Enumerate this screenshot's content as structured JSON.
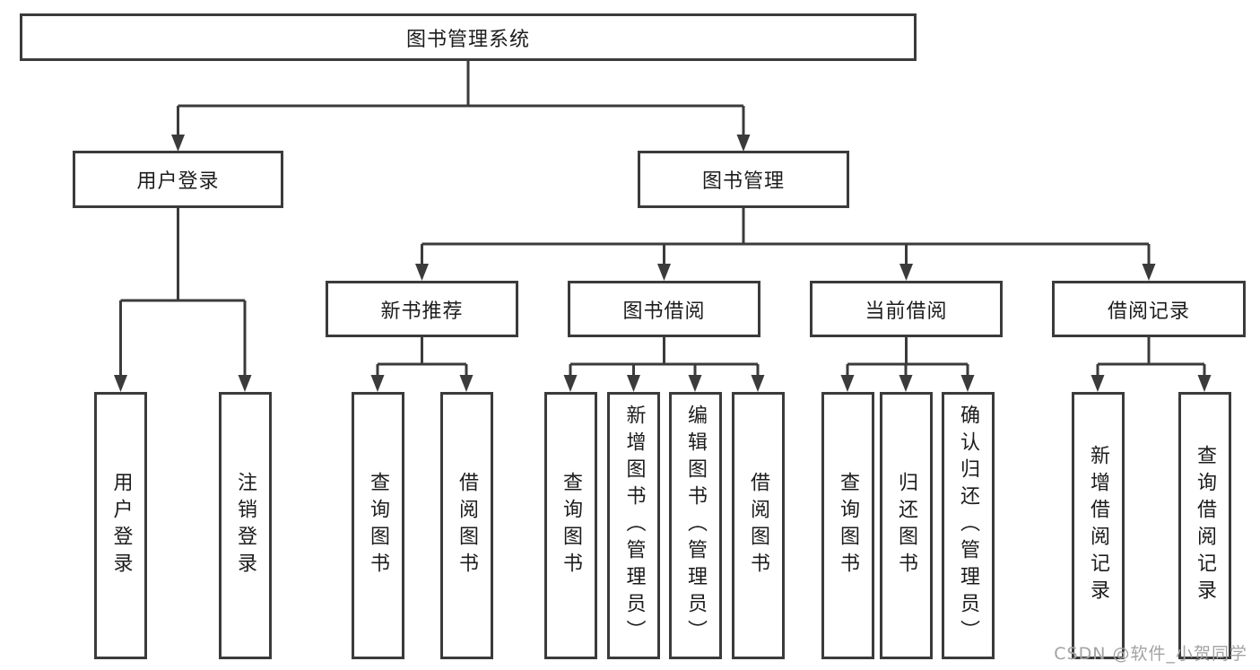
{
  "diagram": {
    "title_hint": "library-management-system function structure diagram",
    "colors": {
      "line": "#3b3b3b",
      "box_border": "#3b3b3b",
      "box_fill": "#ffffff",
      "text": "#1c1c1c",
      "watermark": "#a3a3a3",
      "background": "#ffffff"
    },
    "root": {
      "label": "图书管理系统"
    },
    "branches": [
      {
        "label": "用户登录",
        "children": [
          {
            "label": "用户登录"
          },
          {
            "label": "注销登录"
          }
        ]
      },
      {
        "label": "图书管理",
        "children": [
          {
            "label": "新书推荐",
            "children": [
              {
                "label": "查询图书"
              },
              {
                "label": "借阅图书"
              }
            ]
          },
          {
            "label": "图书借阅",
            "children": [
              {
                "label": "查询图书"
              },
              {
                "label": "新增图书（管理员）"
              },
              {
                "label": "编辑图书（管理员）"
              },
              {
                "label": "借阅图书"
              }
            ]
          },
          {
            "label": "当前借阅",
            "children": [
              {
                "label": "查询图书"
              },
              {
                "label": "归还图书"
              },
              {
                "label": "确认归还（管理员）"
              }
            ]
          },
          {
            "label": "借阅记录",
            "children": [
              {
                "label": "新增借阅记录"
              },
              {
                "label": "查询借阅记录"
              }
            ]
          }
        ]
      }
    ],
    "watermark": "CSDN @软件_小贺同学"
  }
}
